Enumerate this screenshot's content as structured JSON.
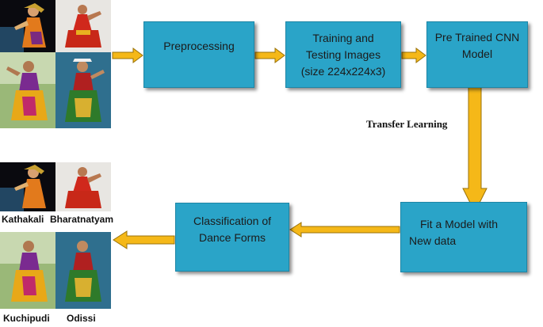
{
  "boxes": {
    "preprocessing": "Preprocessing",
    "training_testing": [
      "Training and",
      "Testing Images",
      "(size 224x224x3)"
    ],
    "pretrained_cnn": [
      "Pre Trained CNN",
      "Model"
    ],
    "fit_model": [
      "Fit a Model with",
      "New data"
    ],
    "classification": [
      "Classification of",
      "Dance Forms"
    ]
  },
  "transfer_label": "Transfer Learning",
  "output_labels": {
    "kathakali": "Kathakali",
    "bharatnatyam": "Bharatnatyam",
    "kuchipudi": "Kuchipudi",
    "odissi": "Odissi"
  },
  "colors": {
    "box_fill": "#2aa4c8",
    "arrow_fill": "#f5b818",
    "arrow_stroke": "#9a7208"
  }
}
